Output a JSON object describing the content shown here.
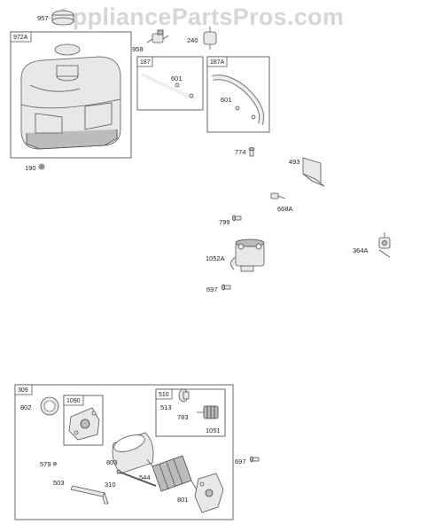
{
  "watermark": "AppliancePartsPros.com",
  "part_labels": {
    "p957": "957",
    "p958": "958",
    "p240": "240",
    "p190": "190",
    "p601a": "601",
    "p601b": "601",
    "p774": "774",
    "p493": "493",
    "p668a": "668A",
    "p799": "799",
    "p1052a": "1052A",
    "p697a": "697",
    "p364a": "364A",
    "p802": "802",
    "p513": "513",
    "p783": "783",
    "p1051": "1051",
    "p579": "579",
    "p803": "803",
    "p544": "544",
    "p503": "503",
    "p310": "310",
    "p801": "801",
    "p697b": "697"
  },
  "group_labels": {
    "g972a": "972A",
    "g187": "187",
    "g187a": "187A",
    "g309": "309",
    "g1090": "1090",
    "g510": "510"
  }
}
